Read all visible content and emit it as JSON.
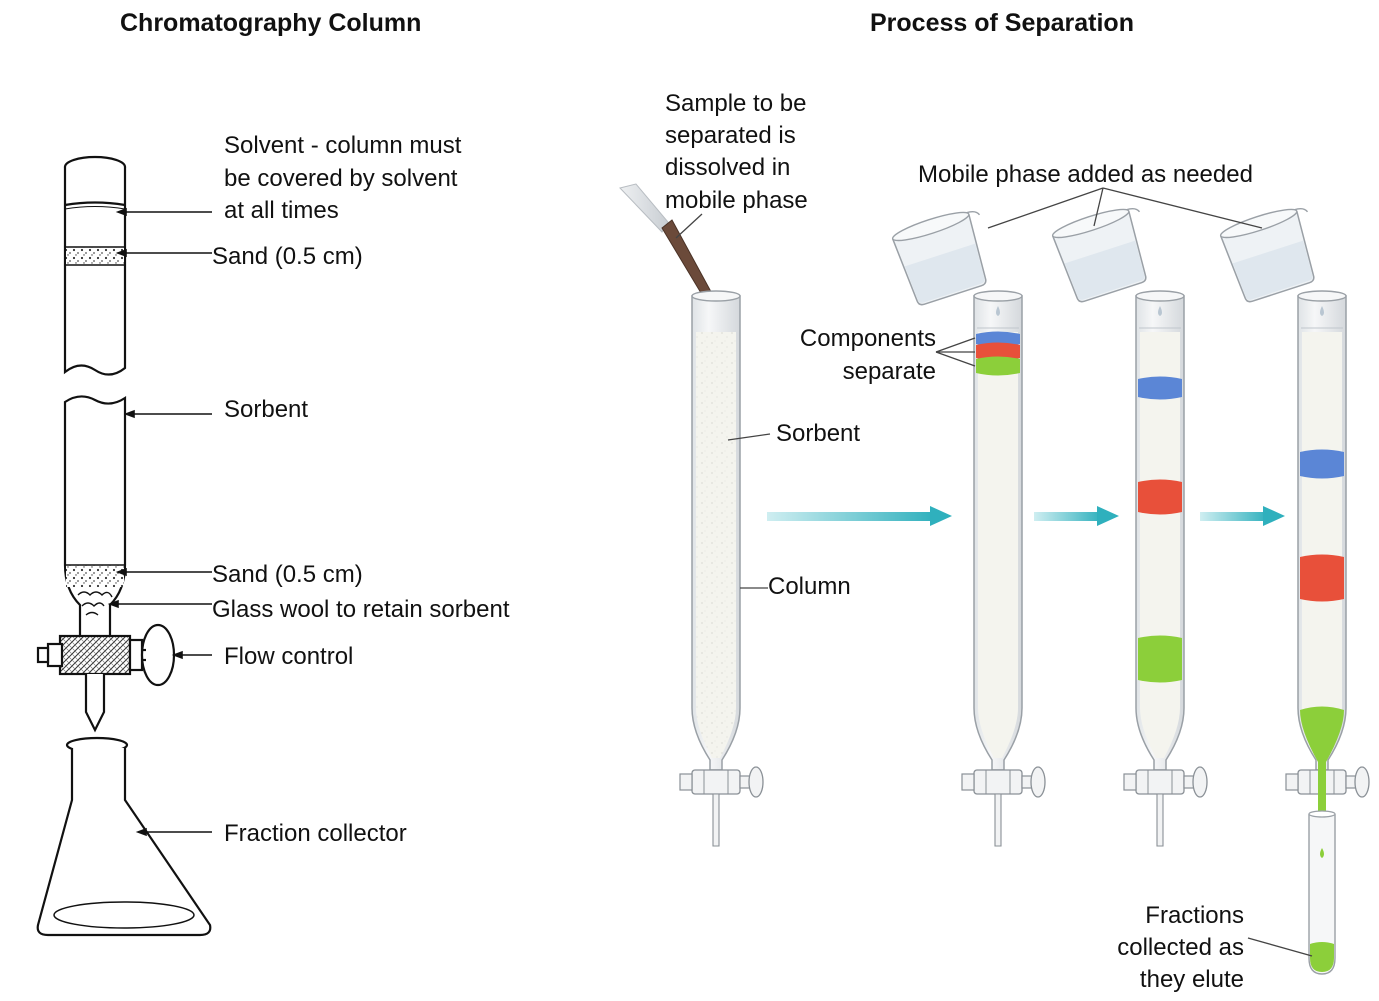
{
  "left_panel": {
    "title": "Chromatography Column",
    "labels": {
      "solvent": [
        "Solvent - column must",
        "be covered by solvent",
        "at all times"
      ],
      "sand_top": "Sand (0.5 cm)",
      "sorbent": "Sorbent",
      "sand_bottom": "Sand (0.5 cm)",
      "glass_wool": "Glass wool to retain sorbent",
      "flow_control": "Flow control",
      "fraction_collector": "Fraction collector"
    }
  },
  "right_panel": {
    "title": "Process of Separation",
    "labels": {
      "sample": [
        "Sample to be",
        "separated is",
        "dissolved in",
        "mobile phase"
      ],
      "mobile_phase": "Mobile phase added as needed",
      "components": [
        "Components",
        "separate"
      ],
      "sorbent": "Sorbent",
      "column": "Column",
      "fractions": [
        "Fractions",
        "collected as",
        "they elute"
      ]
    }
  },
  "colors": {
    "band_blue": "#5b86d6",
    "band_red": "#e8503a",
    "band_green": "#8ccf3a",
    "arrow": "#3bb8c4",
    "sample_brown": "#6b4a3a",
    "column_fill": "#f4f4ee",
    "glass_edge": "#9aa0a6"
  }
}
